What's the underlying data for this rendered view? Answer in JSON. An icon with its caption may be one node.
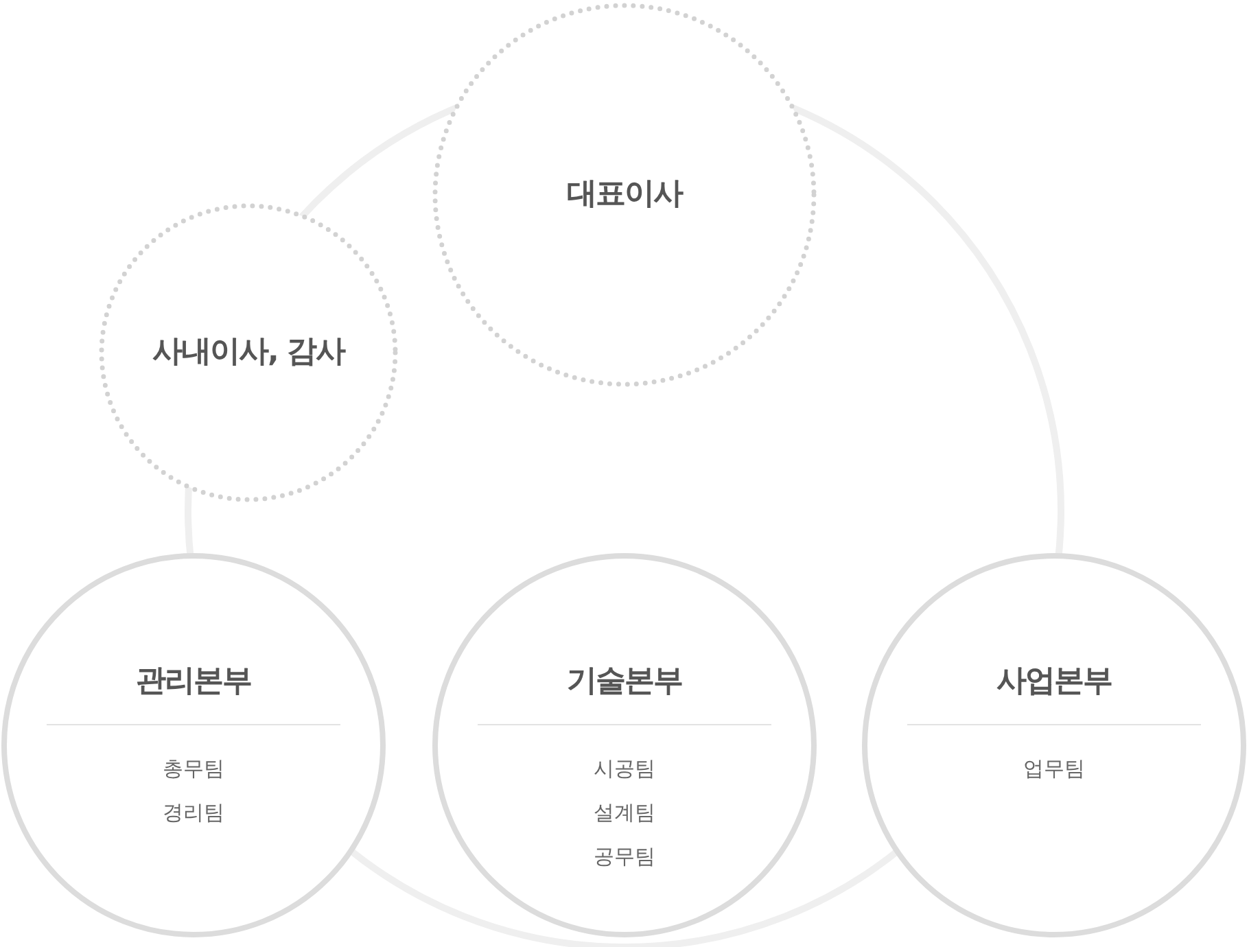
{
  "diagram": {
    "nodes": [
      {
        "text": [
          "대표이사"
        ]
      },
      {
        "text": [
          "사내이사, 감사"
        ]
      },
      {
        "text": [
          "관리본부",
          "총무팀",
          "경리팀"
        ]
      },
      {
        "text": [
          "기술본부",
          "시공팀",
          "설계팀",
          "공무팀"
        ]
      },
      {
        "text": [
          "사업본부",
          "업무팀"
        ]
      }
    ]
  }
}
